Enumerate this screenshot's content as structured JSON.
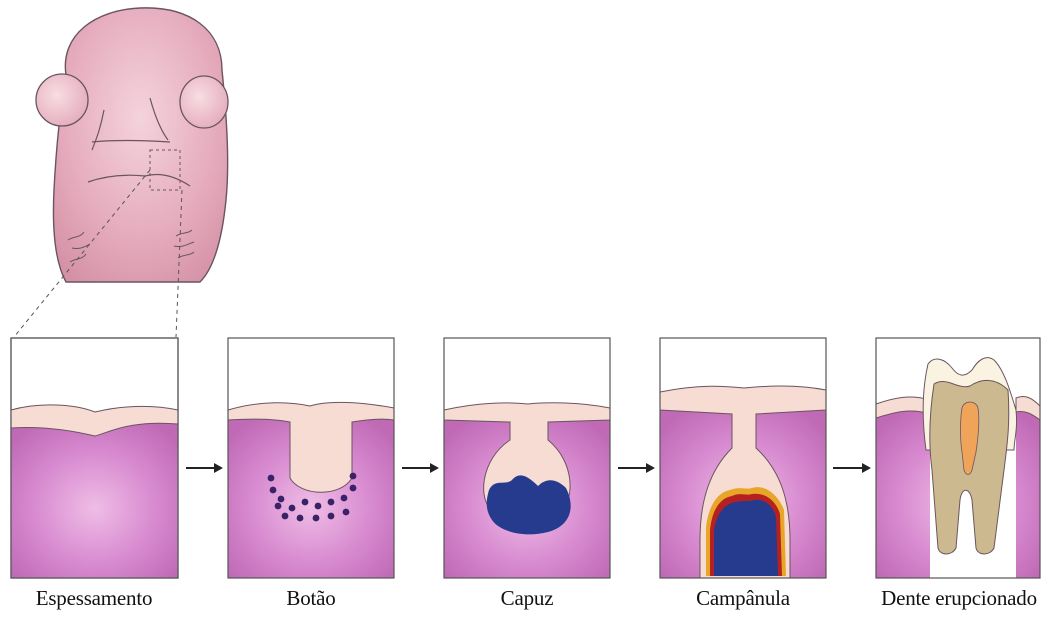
{
  "stages": [
    {
      "id": "espessamento",
      "label": "Espessamento"
    },
    {
      "id": "botao",
      "label": "Botão"
    },
    {
      "id": "capuz",
      "label": "Capuz"
    },
    {
      "id": "campanula",
      "label": "Campânula"
    },
    {
      "id": "dente",
      "label": "Dente erupcionado"
    }
  ],
  "colors": {
    "mesenchyme": "#c97ac0",
    "mesenchyme_light": "#e7b7df",
    "epithelium": "#f6dcd3",
    "dental_papilla": "#263a8e",
    "odontoblast": "#b52020",
    "enamel_layer": "#e8a628",
    "tooth_dentin": "#cdb98f",
    "tooth_pulp": "#f0a45a",
    "head_skin": "#e8b3c2",
    "mesenchymal_cell": "#3a2266"
  }
}
